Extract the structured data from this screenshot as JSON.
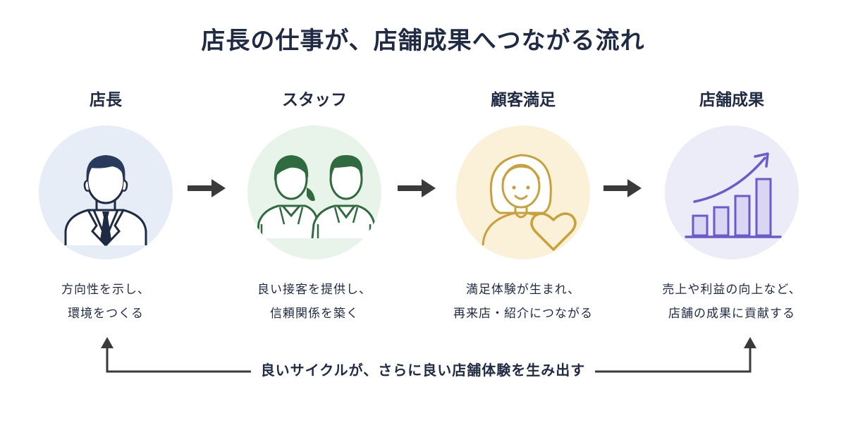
{
  "title": "店長の仕事が、店舗成果へつながる流れ",
  "steps": [
    {
      "label": "店長",
      "icon": "manager-icon",
      "circle_color": "#e6edf7",
      "desc_line1": "方向性を示し、",
      "desc_line2": "環境をつくる"
    },
    {
      "label": "スタッフ",
      "icon": "staff-icon",
      "circle_color": "#e8f4ea",
      "desc_line1": "良い接客を提供し、",
      "desc_line2": "信頼関係を築く"
    },
    {
      "label": "顧客満足",
      "icon": "customer-heart-icon",
      "circle_color": "#fbf1d9",
      "desc_line1": "満足体験が生まれ、",
      "desc_line2": "再来店・紹介につながる"
    },
    {
      "label": "店舗成果",
      "icon": "growth-chart-icon",
      "circle_color": "#ecebf8",
      "desc_line1": "売上や利益の向上など、",
      "desc_line2": "店舗の成果に貢献する"
    }
  ],
  "arrows": [
    "arrow-right-icon",
    "arrow-right-icon",
    "arrow-right-icon"
  ],
  "cycle_text": "良いサイクルが、さらに良い店舗体験を生み出す",
  "colors": {
    "navy": "#1f2a44",
    "green": "#2f6b3f",
    "gold": "#c9a13b",
    "purple": "#6a5acd",
    "arrow": "#3a3a3a"
  }
}
